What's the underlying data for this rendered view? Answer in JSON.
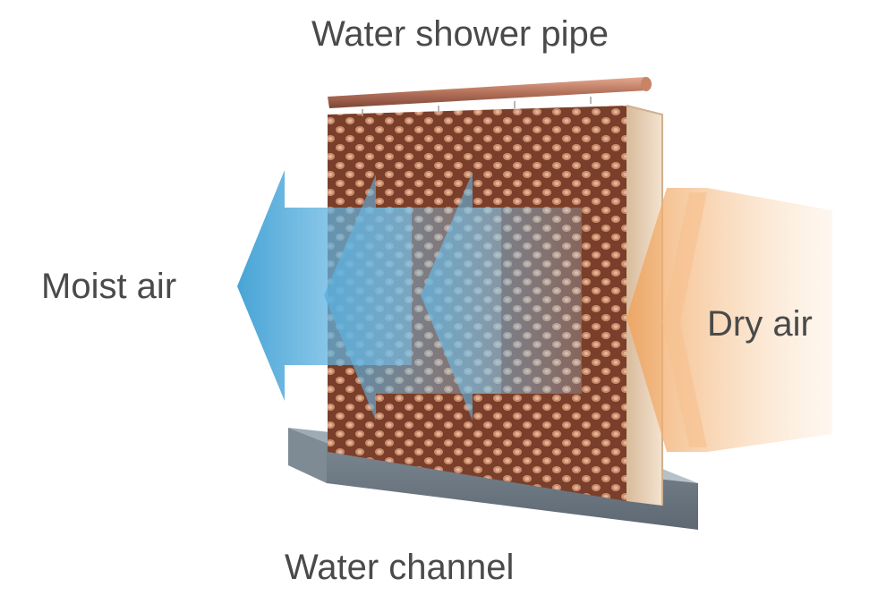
{
  "labels": {
    "top": "Water shower pipe",
    "left": "Moist air",
    "right": "Dry air",
    "bottom": "Water channel"
  },
  "colors": {
    "pad": "#8a4a33",
    "pad_cell": "#c98c6c",
    "pad_edge": "#e9d2b8",
    "pipe": "#b4715a",
    "channel_top": "#8f9aa3",
    "channel_front": "#6f7b85",
    "moist_air": "#3d9fd3",
    "dry_air": "#f0a35c",
    "text": "#4a4a4a"
  },
  "icons": {
    "moist_air_arrow": "arrow-left-icon",
    "dry_air_arrow": "chevron-left-icon"
  }
}
